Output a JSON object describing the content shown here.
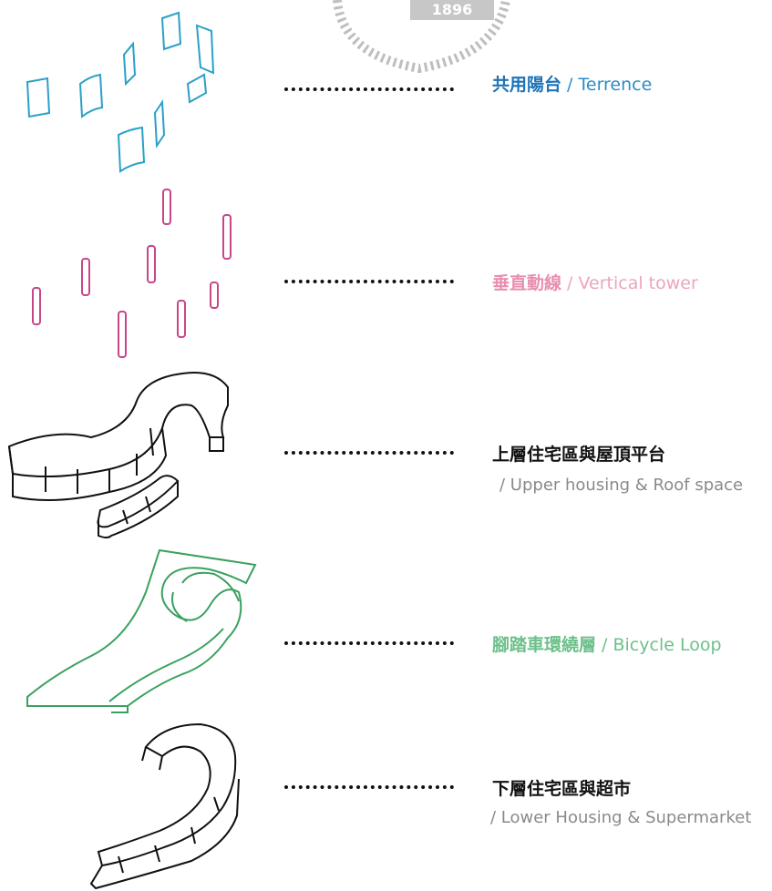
{
  "watermark": {
    "year": "1896"
  },
  "layers": [
    {
      "zh": "共用陽台",
      "en": " / Terrence",
      "sub": "",
      "color": "#1e73b8",
      "en_color": "#2a8cc8",
      "line_color": "#2aa0c8"
    },
    {
      "zh": "垂直動線",
      "en": " / Vertical tower",
      "sub": "",
      "color": "#e88fb0",
      "en_color": "#eaa5bf",
      "line_color": "#c8458a"
    },
    {
      "zh": "上層住宅區與屋頂平台",
      "en": "",
      "sub": "/ Upper housing & Roof space",
      "color": "#111111",
      "en_color": "#8a8a8a",
      "line_color": "#111111"
    },
    {
      "zh": "腳踏車環繞層",
      "en": " / Bicycle Loop",
      "sub": "",
      "color": "#6cc08a",
      "en_color": "#6cc08a",
      "line_color": "#3aa060"
    },
    {
      "zh": "下層住宅區與超市",
      "en": "",
      "sub": "/ Lower Housing & Supermarket",
      "color": "#111111",
      "en_color": "#8a8a8a",
      "line_color": "#111111"
    }
  ]
}
